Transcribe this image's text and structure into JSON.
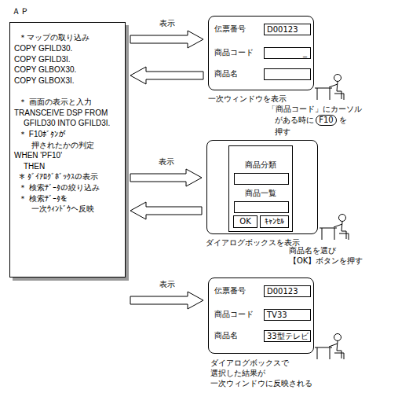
{
  "diagram": {
    "nodes": [
      {
        "text": [
          "ＡＰ",
          "＊マップの取り込み",
          "COPY GFILD30.",
          "COPY GFILD3I.",
          "COPY GLBOX30.",
          "COPY GLBOX3I.",
          "＊ 画面の表示と入力",
          "TRANSCEIVE DSP FROM",
          "GFILD30 INTO GFILD3I.",
          "＊ F10ﾎﾞﾀﾝが",
          "押されたかの判定",
          "WHEN 'PF10'",
          "THEN",
          "＊ ﾀﾞｲｱﾛｸﾞﾎﾞｯｸｽの表示",
          "＊ 検索ﾃﾞｰﾀの絞り込み",
          "＊ 検索ﾃﾞｰﾀを",
          "一次ｳｨﾝﾄﾞｳへ反映"
        ]
      },
      {
        "text": [
          "伝票番号",
          "商品コード",
          "商品名",
          "一次ウィンドウを表示"
        ]
      },
      {
        "text": [
          "D00123"
        ],
        "in": 1
      },
      {
        "text": [
          "_"
        ],
        "in": 1
      },
      {
        "text": [
          "F10"
        ]
      },
      {
        "text": [
          "ダイアログボックスを表示"
        ]
      },
      {
        "text": [
          "商品分類",
          "商品一覧"
        ],
        "in": 5
      },
      {
        "text": [
          "OK"
        ],
        "in": 6
      },
      {
        "text": [
          "ｷｬﾝｾﾙ"
        ],
        "in": 6
      },
      {
        "text": [
          "伝票番号",
          "商品コード",
          "商品名"
        ]
      },
      {
        "text": [
          "D00123"
        ],
        "in": 9
      },
      {
        "text": [
          "TV33"
        ],
        "in": 9
      },
      {
        "text": [
          "33型テレビ"
        ],
        "in": 9
      }
    ],
    "edges": [
      {
        "from": 0,
        "to": 1,
        "arrow": "to",
        "label": "表示"
      },
      {
        "from": 1,
        "to": 0,
        "arrow": "to"
      },
      {
        "from": 0,
        "to": 5,
        "arrow": "to",
        "label": "表示"
      },
      {
        "from": 5,
        "to": 0,
        "arrow": "to"
      },
      {
        "from": 0,
        "to": 9,
        "arrow": "to",
        "label": "表示"
      }
    ],
    "labels": [
      "「商品コード」にカーソル",
      "がある時に",
      "を",
      "押す",
      "商品名を選び 【OK】ボタンを押す",
      "ダイアログボックスで 選択した結果が 一次ウィンドウに反映される"
    ]
  }
}
